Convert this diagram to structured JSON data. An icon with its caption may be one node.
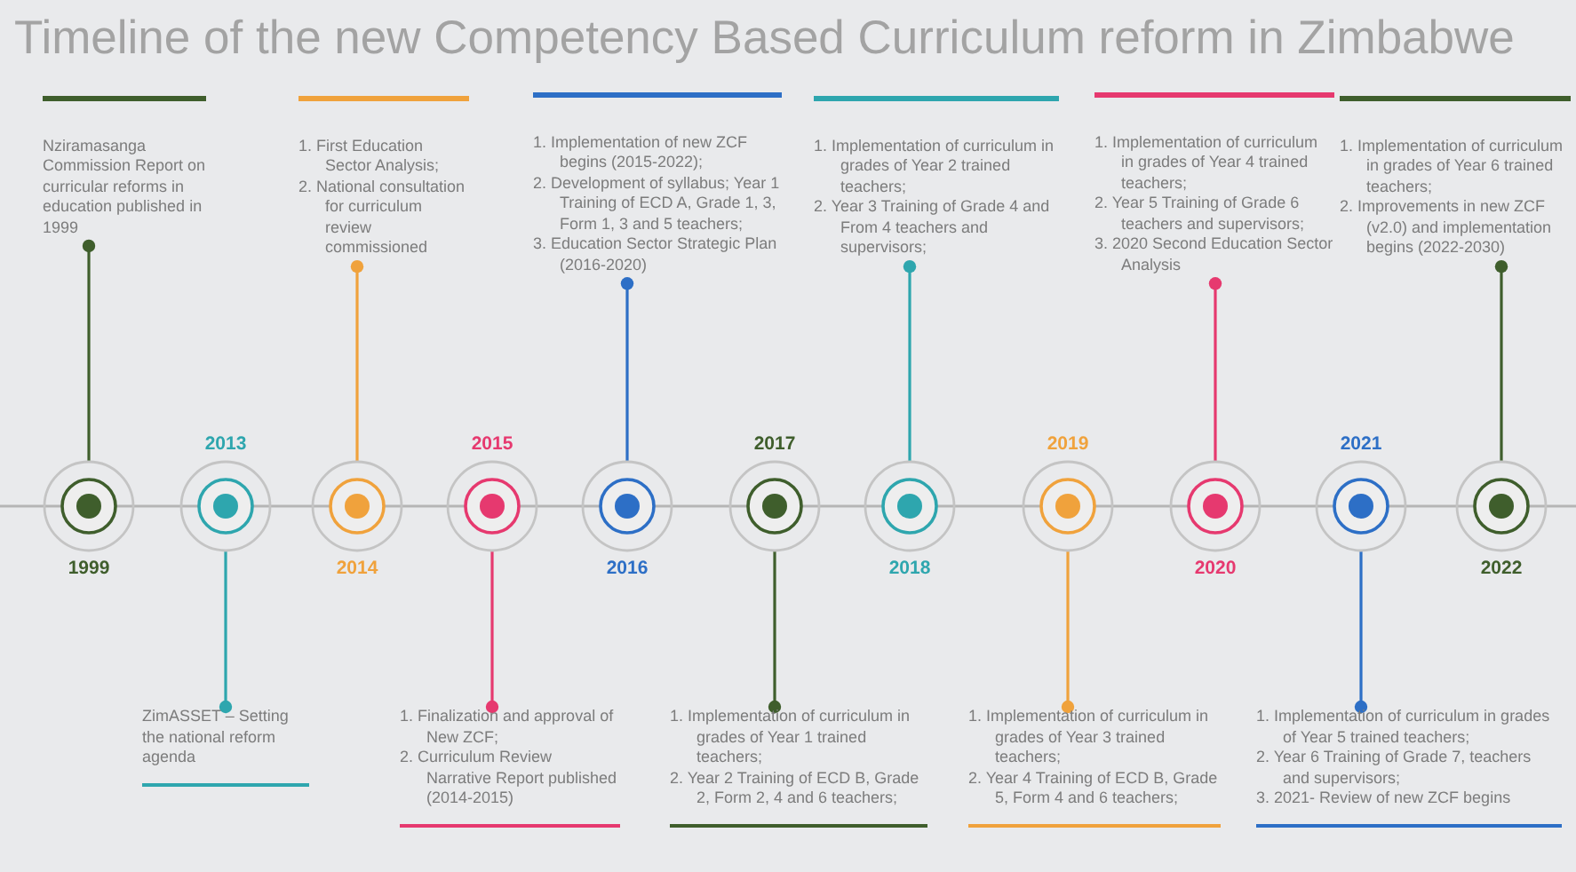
{
  "diagram": {
    "title": "Timeline of the new Competency Based Curriculum reform in Zimbabwe",
    "nodes": [
      {
        "text": [
          "1999"
        ]
      },
      {
        "text": [
          "2013"
        ]
      },
      {
        "text": [
          "2014"
        ]
      },
      {
        "text": [
          "2015"
        ]
      },
      {
        "text": [
          "2016"
        ]
      },
      {
        "text": [
          "2017"
        ]
      },
      {
        "text": [
          "2018"
        ]
      },
      {
        "text": [
          "2019"
        ]
      },
      {
        "text": [
          "2020"
        ]
      },
      {
        "text": [
          "2021"
        ]
      },
      {
        "text": [
          "2022"
        ]
      },
      {
        "text": [
          "Nziramasanga Commission Report on curricular reforms in education published in 1999"
        ]
      },
      {
        "text": [
          "ZimASSET – Setting the national reform agenda"
        ]
      },
      {
        "text": [
          "1. First Education Sector Analysis;",
          "2. National consultation for curriculum review commissioned"
        ]
      },
      {
        "text": [
          "1. Finalization and approval of New ZCF;",
          "2. Curriculum Review Narrative Report published (2014-2015)"
        ]
      },
      {
        "text": [
          "1. Implementation of new ZCF begins (2015-2022);",
          "2. Development of syllabus; Year 1 Training of ECD A, Grade 1, 3, Form 1, 3 and 5 teachers;",
          "3. Education Sector Strategic Plan (2016-2020)"
        ]
      },
      {
        "text": [
          "1. Implementation of curriculum in grades of Year 1 trained teachers;",
          "2. Year 2 Training of ECD B, Grade 2, Form 2, 4 and 6 teachers;"
        ]
      },
      {
        "text": [
          "1. Implementation of curriculum in grades of Year 2 trained teachers;",
          "2. Year 3 Training of Grade 4 and From 4 teachers and supervisors;"
        ]
      },
      {
        "text": [
          "1. Implementation of curriculum in grades of Year 3 trained teachers;",
          "2. Year 4 Training of ECD B, Grade 5, Form 4 and 6 teachers;"
        ]
      },
      {
        "text": [
          "1. Implementation of curriculum in grades of Year 4 trained teachers;",
          "2. Year 5 Training of Grade 6 teachers and supervisors;",
          "3. 2020 Second Education Sector Analysis"
        ]
      },
      {
        "text": [
          "1. Implementation of curriculum in grades of Year 5 trained teachers;",
          "2. Year 6 Training of Grade 7, teachers and supervisors;",
          "3. 2021- Review of new ZCF begins"
        ]
      },
      {
        "text": [
          "1. Implementation of curriculum in grades of Year 6 trained teachers;",
          "2. Improvements in new ZCF (v2.0) and implementation begins (2022-2030)"
        ]
      }
    ],
    "edges": [
      {
        "from": 0,
        "to": 11,
        "arrow": "other",
        "color": "#3f5e2c"
      },
      {
        "from": 1,
        "to": 12,
        "arrow": "other",
        "color": "#2ea6ae"
      },
      {
        "from": 2,
        "to": 13,
        "arrow": "other",
        "color": "#f0a23c"
      },
      {
        "from": 3,
        "to": 14,
        "arrow": "other",
        "color": "#e6396f"
      },
      {
        "from": 4,
        "to": 15,
        "arrow": "other",
        "color": "#2d6fc6"
      },
      {
        "from": 5,
        "to": 16,
        "arrow": "other",
        "color": "#3f5e2c"
      },
      {
        "from": 6,
        "to": 17,
        "arrow": "other",
        "color": "#2ea6ae"
      },
      {
        "from": 7,
        "to": 18,
        "arrow": "other",
        "color": "#f0a23c"
      },
      {
        "from": 8,
        "to": 19,
        "arrow": "other",
        "color": "#e6396f"
      },
      {
        "from": 9,
        "to": 20,
        "arrow": "other",
        "color": "#2d6fc6"
      },
      {
        "from": 10,
        "to": 21,
        "arrow": "other",
        "color": "#3f5e2c"
      }
    ]
  }
}
